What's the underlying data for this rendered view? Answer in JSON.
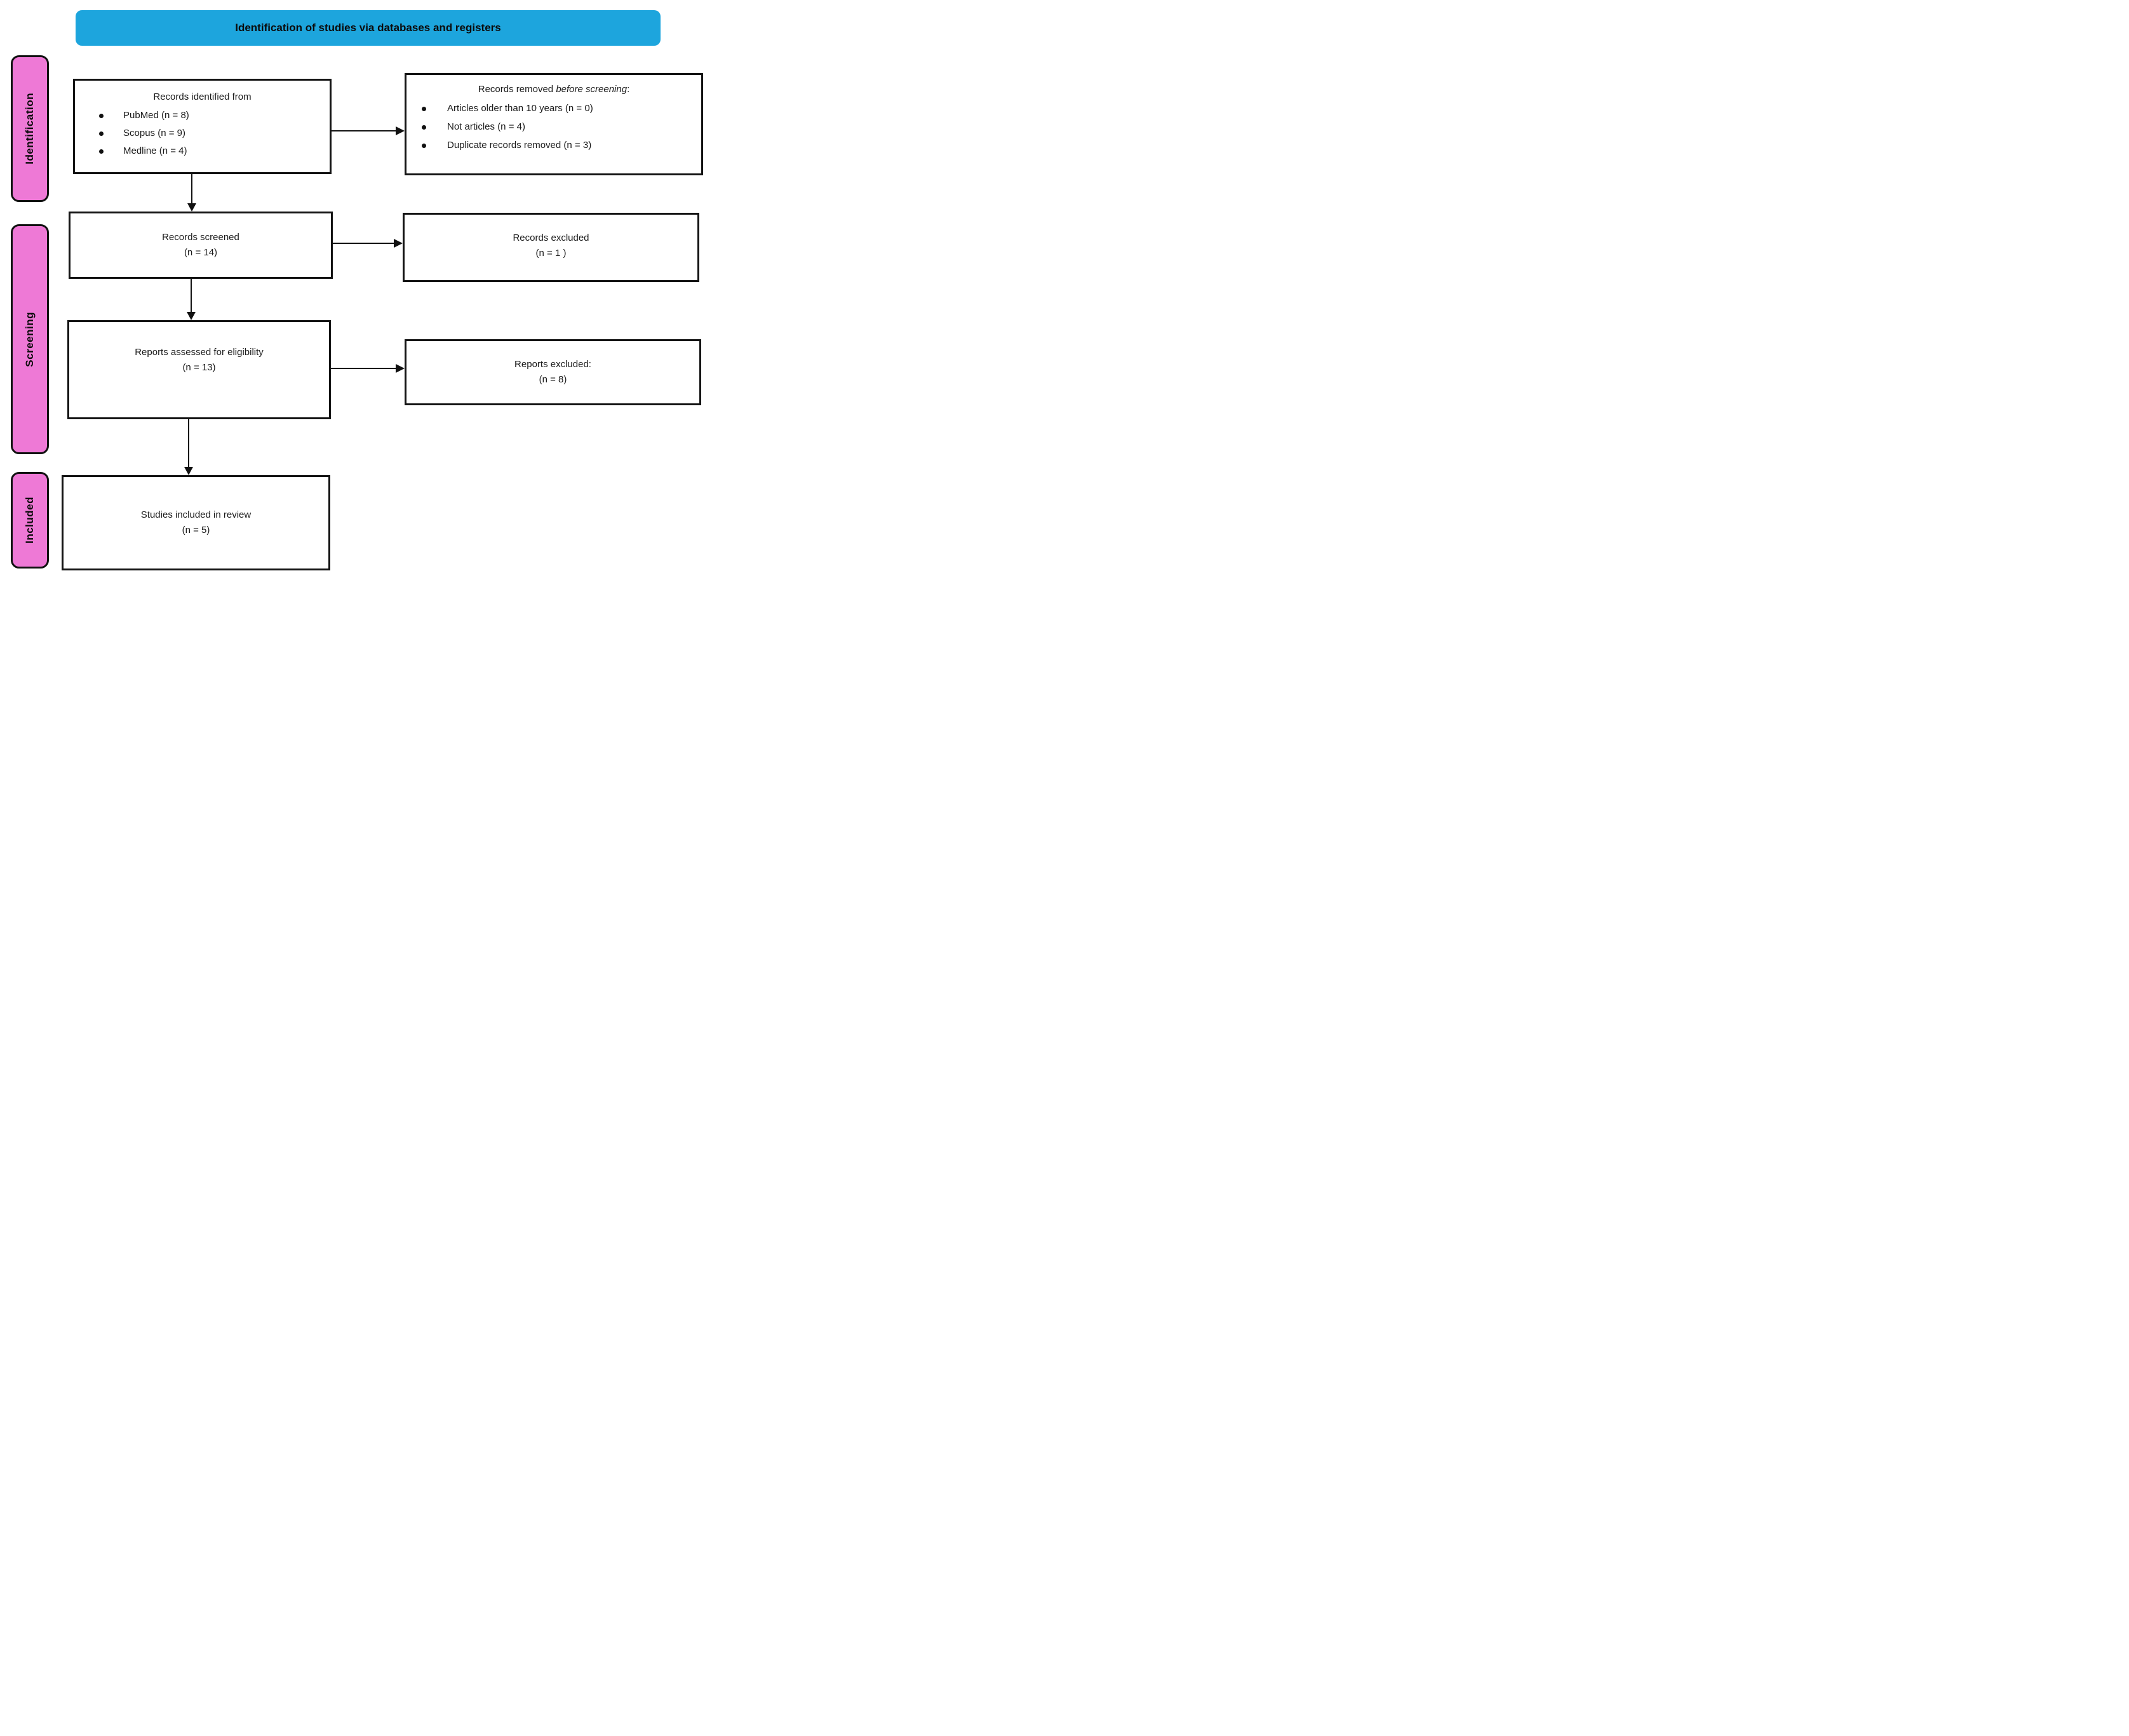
{
  "banner": {
    "label": "Identification of studies via databases and registers"
  },
  "stages": [
    {
      "label": "Identification"
    },
    {
      "label": "Screening"
    },
    {
      "label": "Included"
    }
  ],
  "boxes": {
    "identified": {
      "title": "Records identified from",
      "items": [
        "PubMed (n = 8)",
        "Scopus (n = 9)",
        "Medline (n = 4)"
      ]
    },
    "removed": {
      "title_prefix": "Records removed ",
      "title_italic": "before screening",
      "title_suffix": ":",
      "items": [
        "Articles older than 10 years (n = 0)",
        "Not articles (n = 4)",
        "Duplicate records removed  (n = 3)"
      ]
    },
    "screened": {
      "line1": "Records screened",
      "line2": "(n = 14)"
    },
    "excluded_records": {
      "line1": "Records excluded",
      "line2": "(n = 1 )"
    },
    "assessed": {
      "line1": "Reports assessed for eligibility",
      "line2": "(n = 13)"
    },
    "excluded_reports": {
      "line1": "Reports excluded:",
      "line2": "(n = 8)"
    },
    "included": {
      "line1": "Studies included in review",
      "line2": "(n = 5)"
    }
  },
  "colors": {
    "banner_bg": "#1da5dd",
    "stage_bg": "#ee79d6",
    "box_border": "#141414",
    "text": "#1a1a1a"
  }
}
